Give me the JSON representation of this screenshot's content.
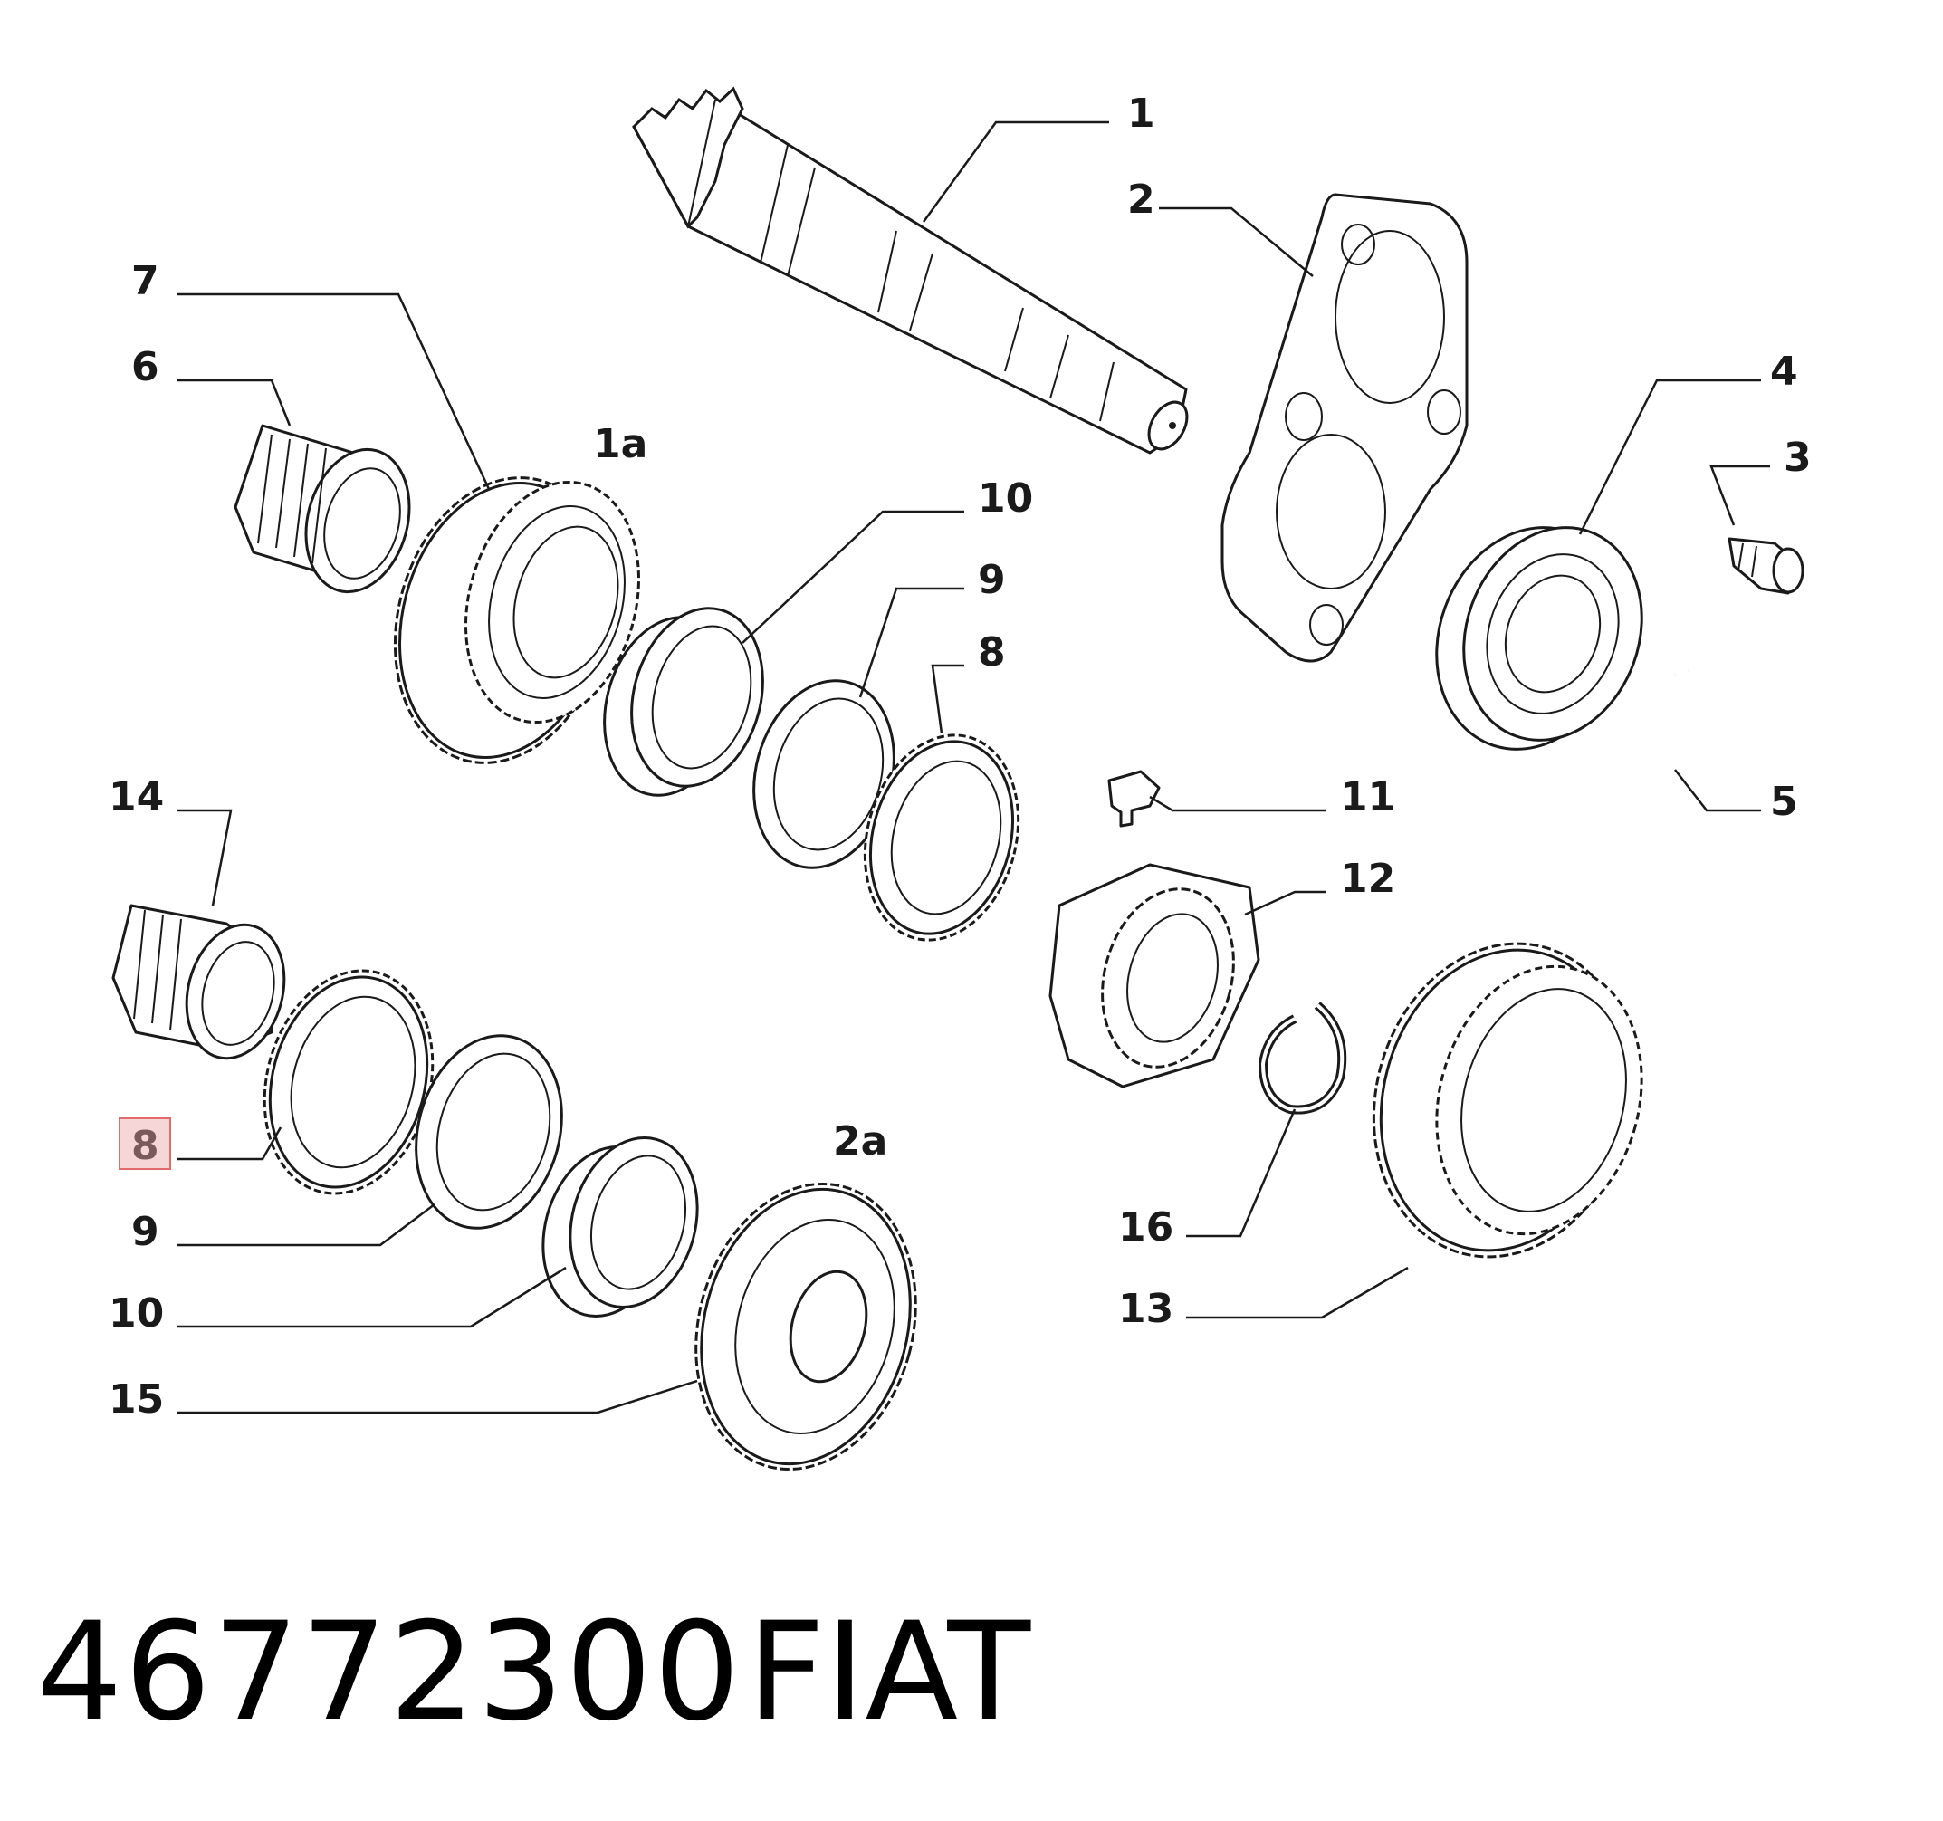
{
  "footer": {
    "part_number": "46772300",
    "brand": "FIAT"
  },
  "callouts": {
    "c1": "1",
    "c1a": "1a",
    "c2": "2",
    "c2a": "2a",
    "c3": "3",
    "c4": "4",
    "c5": "5",
    "c6": "6",
    "c7": "7",
    "c8_top": "8",
    "c8_highlight": "8",
    "c9_top": "9",
    "c9_bottom": "9",
    "c10_top": "10",
    "c10_bottom": "10",
    "c11": "11",
    "c12": "12",
    "c13": "13",
    "c14": "14",
    "c15": "15",
    "c16": "16"
  },
  "highlight": {
    "callout": "8",
    "color": "#e36a6a"
  }
}
